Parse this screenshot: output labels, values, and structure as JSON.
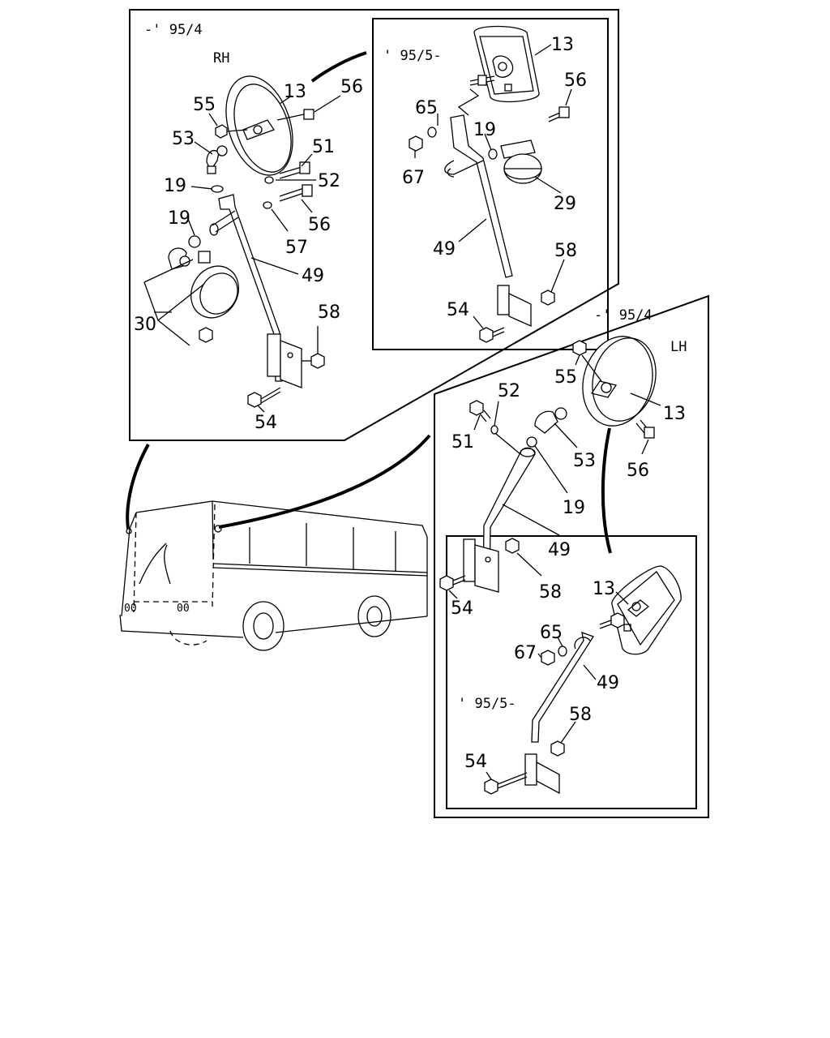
{
  "diagram": {
    "tags": {
      "rh_early": "-' 95/4",
      "rh": "RH",
      "rh_late": "' 95/5-",
      "lh_early": "-' 95/4",
      "lh": "LH",
      "lh_late": "' 95/5-"
    },
    "rh_early_callouts": [
      "13",
      "56",
      "55",
      "53",
      "51",
      "19",
      "52",
      "19",
      "56",
      "57",
      "49",
      "30",
      "58",
      "54"
    ],
    "rh_late_callouts": [
      "13",
      "56",
      "65",
      "19",
      "67",
      "29",
      "49",
      "58",
      "54"
    ],
    "lh_early_callouts": [
      "55",
      "13",
      "52",
      "51",
      "53",
      "56",
      "19",
      "49",
      "58",
      "54"
    ],
    "lh_late_callouts": [
      "13",
      "65",
      "67",
      "49",
      "58",
      "54"
    ]
  }
}
